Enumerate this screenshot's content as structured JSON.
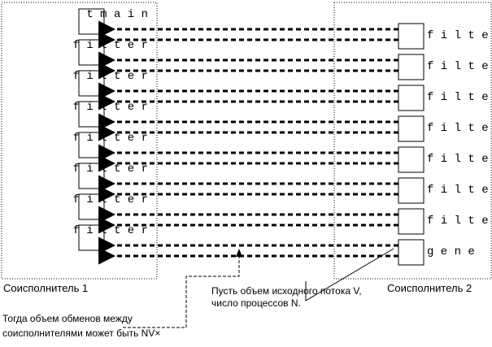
{
  "coexecutor_left": "Соисполнитель 1",
  "coexecutor_right": "Соисполнитель 2",
  "left_boxes": [
    {
      "label": "t m a i n"
    },
    {
      "label": "f i l t e r"
    },
    {
      "label": "f i l t e r"
    },
    {
      "label": "f i l t e r"
    },
    {
      "label": "f i l t e r"
    },
    {
      "label": "f i l t e r"
    },
    {
      "label": "f i l t e r"
    },
    {
      "label": "f i l t e r"
    }
  ],
  "right_boxes": [
    {
      "label": "f i l t e r"
    },
    {
      "label": "f i l t e r"
    },
    {
      "label": "f i l t e r"
    },
    {
      "label": "f i l t e r"
    },
    {
      "label": "f i l t e r"
    },
    {
      "label": "f i l t e r"
    },
    {
      "label": "f i l t e r"
    },
    {
      "label": "g e n e"
    }
  ],
  "note_right": {
    "line1": "Пусть объем исходного потока V,",
    "line2": "число процессов N."
  },
  "note_left": {
    "line1": "Тогда объем обменов между",
    "line2": "соисполнителями может быть NV×"
  }
}
